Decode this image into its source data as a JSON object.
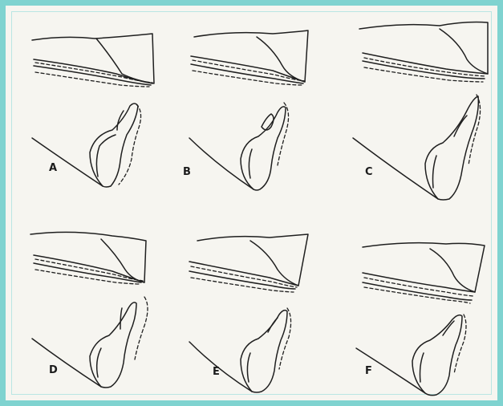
{
  "figure": {
    "border_color": "#7fd3d0",
    "background_color": "#f6f5f0",
    "line_color": "#1f1f1f",
    "panels": [
      {
        "label": "A"
      },
      {
        "label": "B"
      },
      {
        "label": "C"
      },
      {
        "label": "D"
      },
      {
        "label": "E"
      },
      {
        "label": "F"
      }
    ]
  }
}
